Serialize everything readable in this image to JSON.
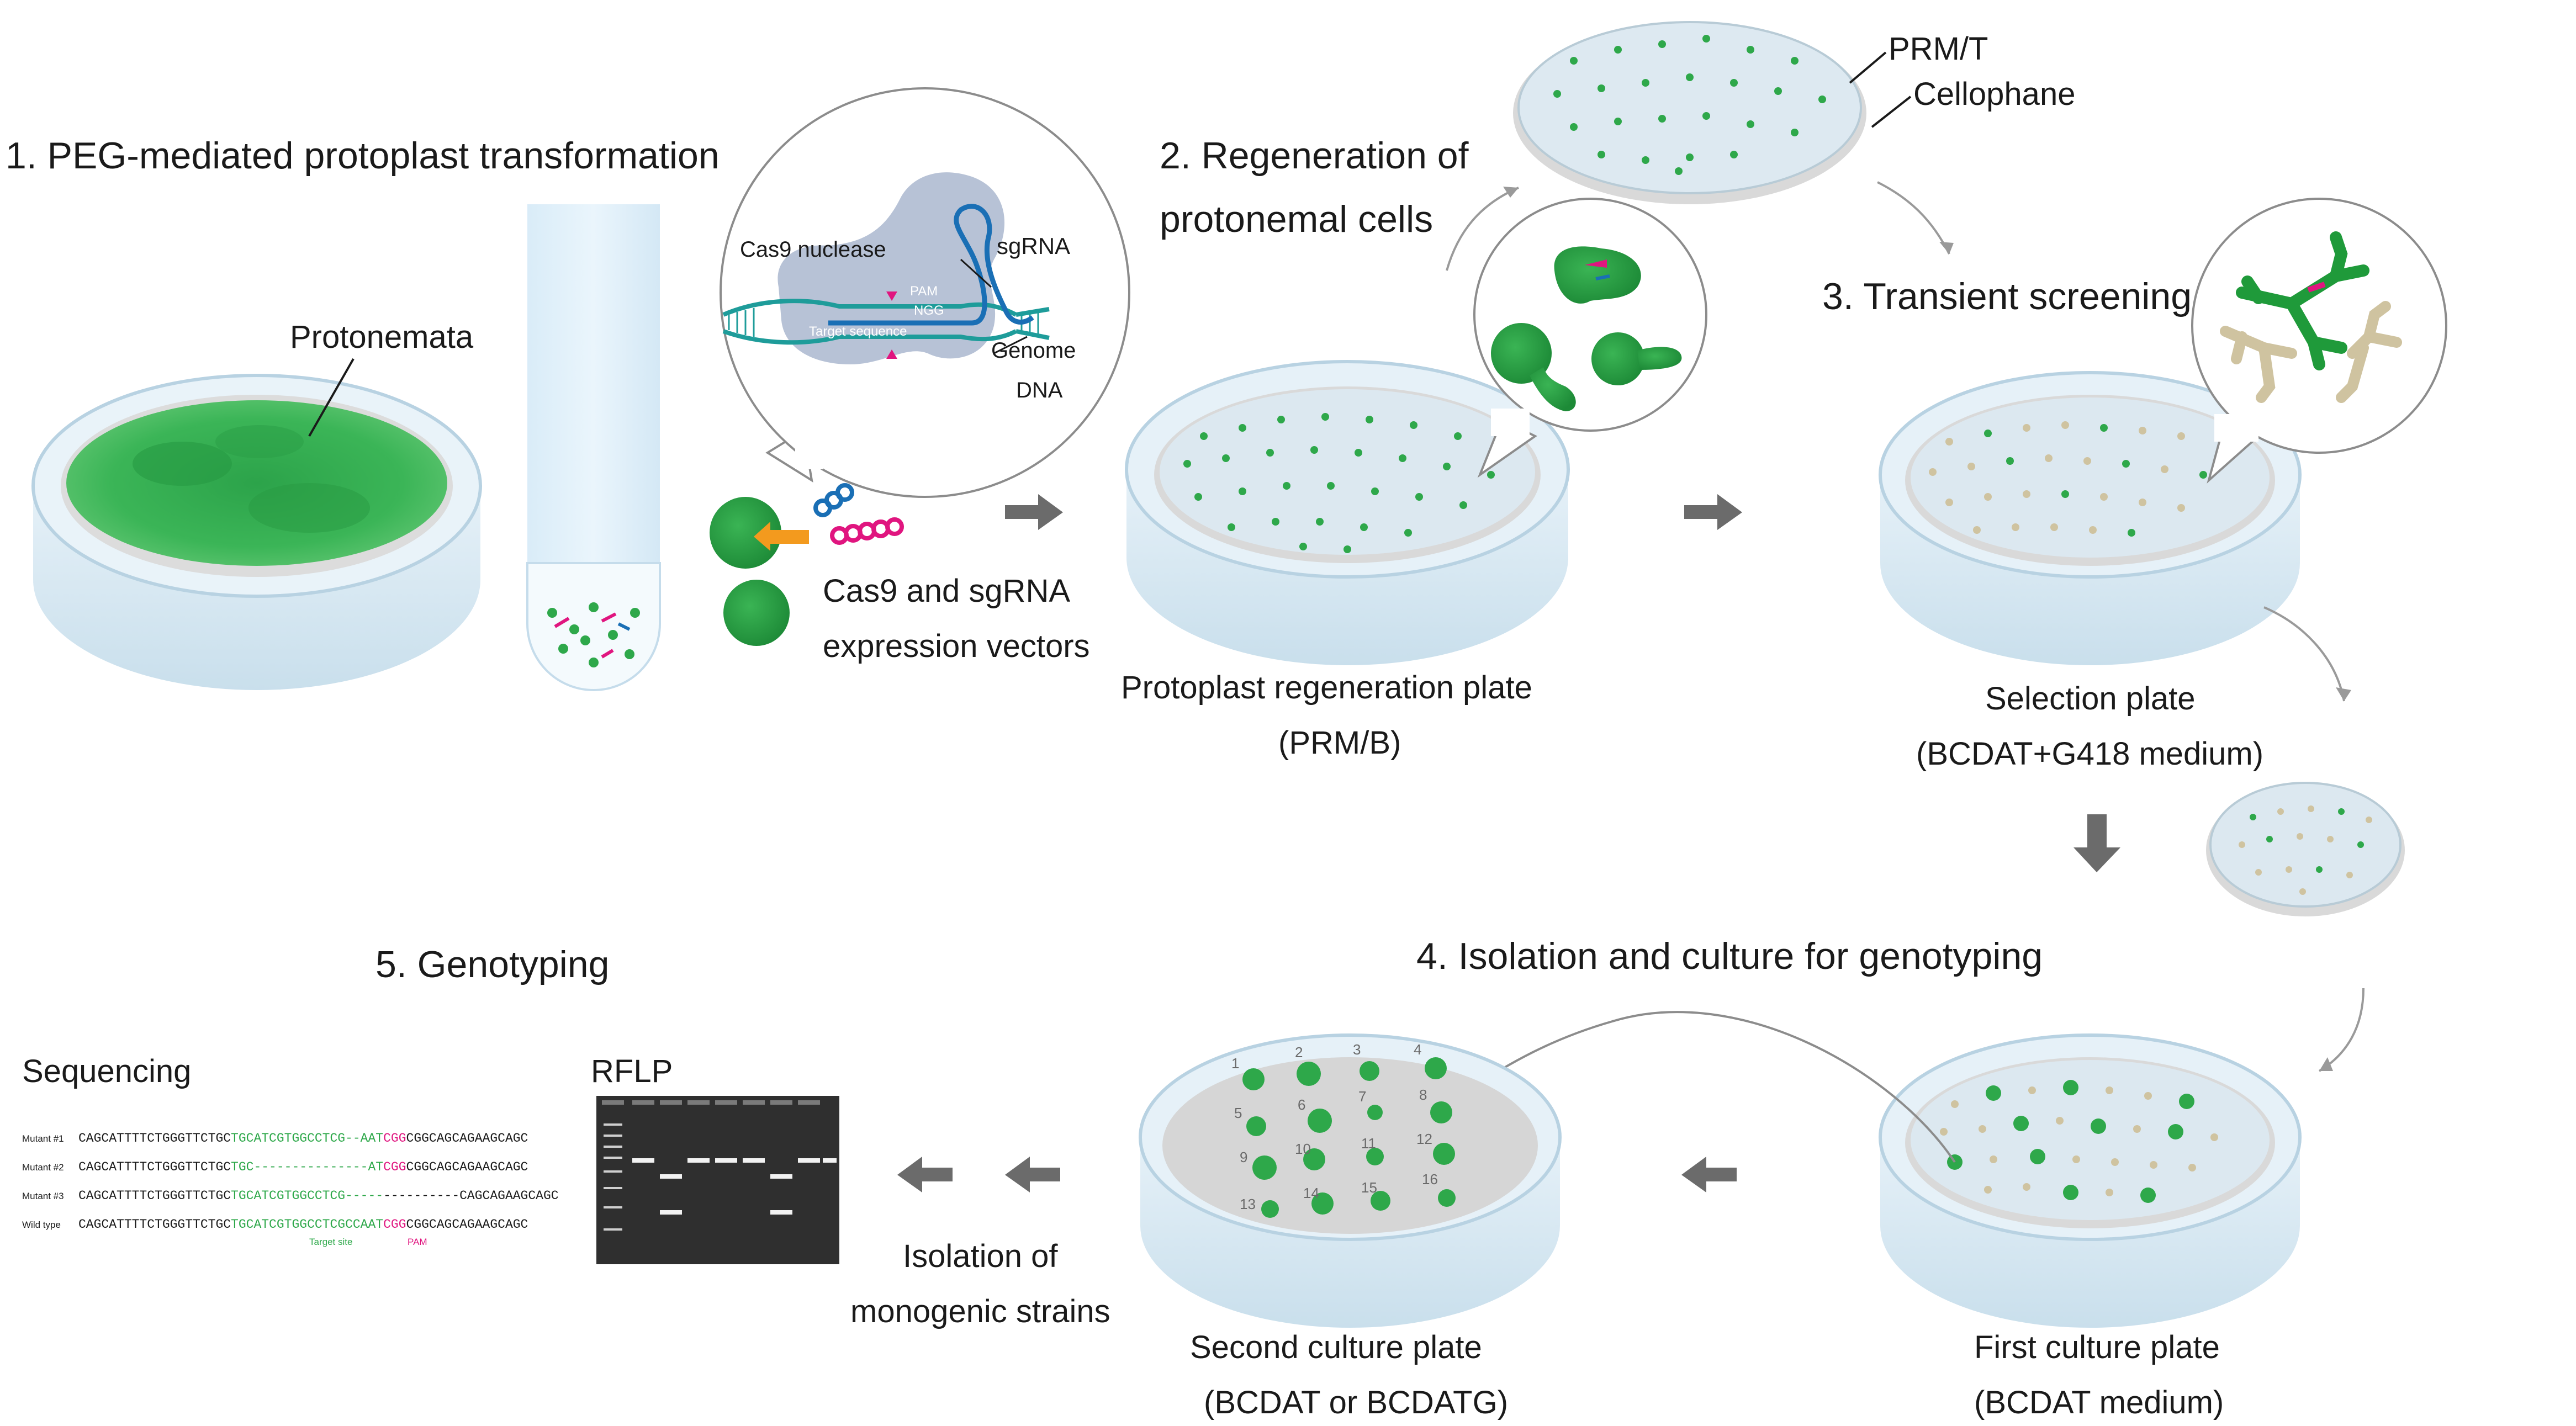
{
  "steps": {
    "step1": "1. PEG-mediated protoplast transformation",
    "step2_line1": "2. Regeneration of",
    "step2_line2": "protonemal cells",
    "step3": "3. Transient screening",
    "step4": "4. Isolation and culture for genotyping",
    "step5": "5. Genotyping"
  },
  "labels": {
    "protonemata": "Protonemata",
    "cas9_nuclease": "Cas9 nuclease",
    "sgrna": "sgRNA",
    "pam": "PAM",
    "ngg": "NGG",
    "target_sequence": "Target sequence",
    "genome": "Genome",
    "dna": "DNA",
    "vectors_line1": "Cas9  and sgRNA",
    "vectors_line2": "expression vectors",
    "prm_t": "PRM/T",
    "cellophane": "Cellophane",
    "regen_plate_line1": "Protoplast regeneration  plate",
    "regen_plate_line2": "(PRM/B)",
    "selection_line1": "Selection plate",
    "selection_line2": "(BCDAT+G418 medium)",
    "first_line1": "First culture plate",
    "first_line2": "(BCDAT medium)",
    "second_line1": "Second culture plate",
    "second_line2": "(BCDAT or BCDATG)",
    "isolation_line1": "Isolation of",
    "isolation_line2": "monogenic strains",
    "sequencing": "Sequencing",
    "rflp": "RFLP",
    "target_site": "Target site",
    "pam_small": "PAM"
  },
  "colony_numbers": [
    "1",
    "2",
    "3",
    "4",
    "5",
    "6",
    "7",
    "8",
    "9",
    "10",
    "11",
    "12",
    "13",
    "14",
    "15",
    "16"
  ],
  "sequences": [
    {
      "name": "Mutant #1",
      "prefix": "CAGCATTTTCTGGGTTCTGC",
      "target": "TGCATCGTGGCCTCG--AAT",
      "pam": "CGG",
      "suffix": "CGGCAGCAGAAGCAGC"
    },
    {
      "name": "Mutant #2",
      "prefix": "CAGCATTTTCTGGGTTCTGC",
      "target": "TGC---------------AT",
      "pam": "CGG",
      "suffix": "CGGCAGCAGAAGCAGC"
    },
    {
      "name": "Mutant #3",
      "prefix": "CAGCATTTTCTGGGTTCTGC",
      "target": "TGCATCGTGGCCTCG-----",
      "pam": "---",
      "suffix": "-------CAGCAGAAGCAGC"
    },
    {
      "name": "Wild type",
      "prefix": "CAGCATTTTCTGGGTTCTGC",
      "target": "TGCATCGTGGCCTCGCCAAT",
      "pam": "CGG",
      "suffix": "CGGCAGCAGAAGCAGC"
    }
  ],
  "colors": {
    "colony_green": "#2ea84a",
    "dark_green": "#1f8a3a",
    "pale_colony": "#cfc3a0",
    "plate_rim": "#d8e8f2",
    "magenta": "#e0157f",
    "orange": "#f39a1e",
    "blue": "#1a6fb5",
    "teal": "#1e9c9a",
    "arrow_gray": "#6b6b6b",
    "gel_bg": "#2f2f2f"
  }
}
